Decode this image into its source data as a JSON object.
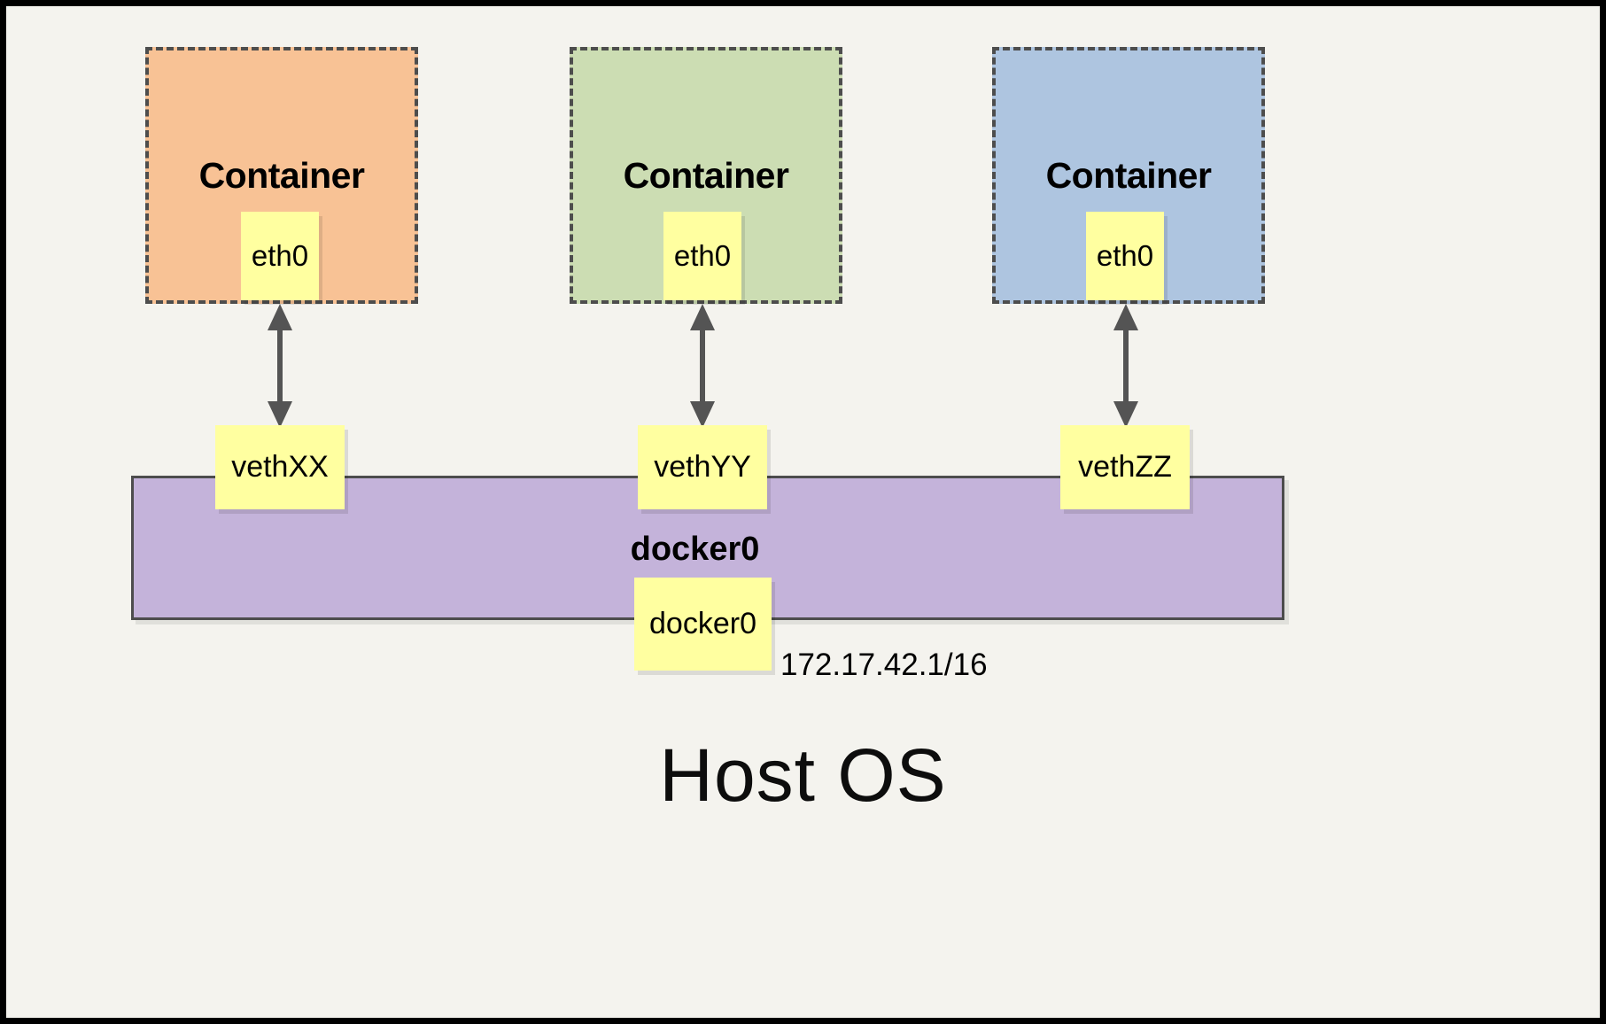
{
  "diagram": {
    "title_bottom": "Host OS",
    "background_color": "#f4f3ee",
    "border_color": "#000000"
  },
  "containers": [
    {
      "label": "Container",
      "fill": "#f8c295",
      "border": "#4d4d4d",
      "interface": {
        "label": "eth0",
        "fill": "#ffffa0"
      }
    },
    {
      "label": "Container",
      "fill": "#ccddb3",
      "border": "#4d4d4d",
      "interface": {
        "label": "eth0",
        "fill": "#ffffa0"
      }
    },
    {
      "label": "Container",
      "fill": "#aec5e0",
      "border": "#4d4d4d",
      "interface": {
        "label": "eth0",
        "fill": "#ffffa0"
      }
    }
  ],
  "veth_pairs": [
    {
      "label": "vethXX"
    },
    {
      "label": "vethYY"
    },
    {
      "label": "vethZZ"
    }
  ],
  "bridge": {
    "name": "docker0",
    "interface_label": "docker0",
    "ip_address": "172.17.42.1/16",
    "fill": "#c4b3da",
    "border": "#4d4d4d"
  },
  "arrows": {
    "color": "#545454",
    "name": "bidirectional-link"
  }
}
